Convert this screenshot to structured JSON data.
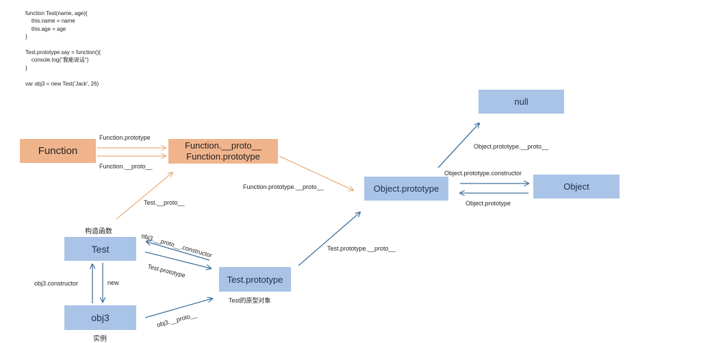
{
  "code_lines": [
    "function Test(name, age){",
    "    this.name = name",
    "    this.age = age",
    "}",
    "",
    "Test.prototype.say = function(){",
    "    console.log(\"我能说话\")",
    "}",
    "",
    "var obj3 = new Test('Jack', 26)"
  ],
  "nodes": {
    "function": "Function",
    "function_proto_line1": "Function.__proto__",
    "function_proto_line2": "Function.prototype",
    "object_prototype": "Object.prototype",
    "null": "null",
    "object": "Object",
    "test": "Test",
    "test_prototype": "Test.prototype",
    "obj3": "obj3"
  },
  "captions": {
    "test": "构造函数",
    "test_prototype": "Test的原型对象",
    "obj3": "实例"
  },
  "edge_labels": {
    "function_prototype": "Function.prototype",
    "function_proto": "Function.__proto__",
    "function_prototype_proto": "Function.prototype.__proto__",
    "test_proto": "Test.__proto__",
    "object_prototype_proto": "Object.prototype.__proto__",
    "object_prototype_constructor": "Object.prototype.constructor",
    "object_prototype": "Object.prototype",
    "obj3_proto_constructor": "obj3.__proto__.constructor",
    "test_prototype": "Test.prototype",
    "test_prototype_proto": "Test.prototype.__proto__",
    "obj3_constructor": "obj3.constructor",
    "new": "new",
    "obj3_proto": "obj3.__proto__"
  },
  "colors": {
    "orange_box": "#f0b48c",
    "blue_box": "#a9c4e6",
    "orange_arrow": "#e8b080",
    "blue_arrow": "#3f6f9a"
  }
}
